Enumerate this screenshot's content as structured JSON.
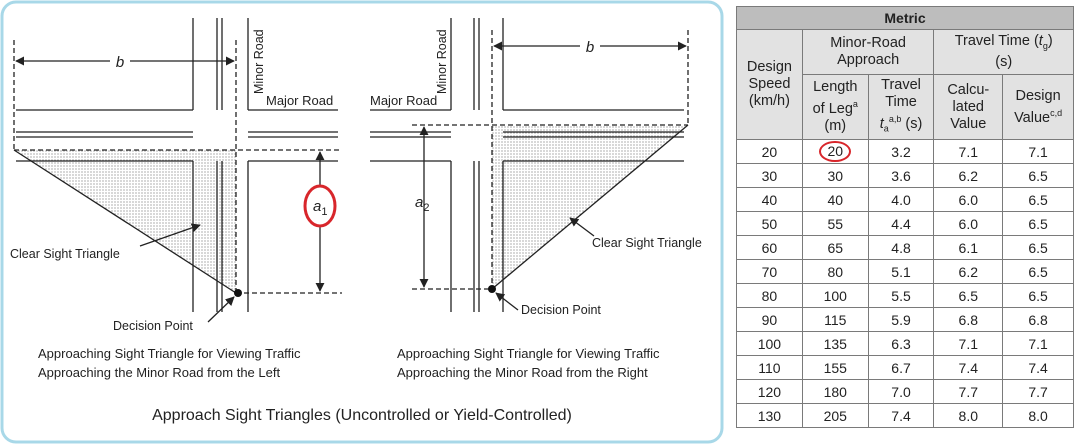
{
  "diagram": {
    "left": {
      "minor_road": "Minor Road",
      "major_road": "Major Road",
      "b_label": "b",
      "a_label": "a",
      "a_sub": "1",
      "clear_sight": "Clear Sight Triangle",
      "decision_point": "Decision Point",
      "caption_line1": "Approaching Sight Triangle for Viewing Traffic",
      "caption_line2": "Approaching the Minor Road from the Left"
    },
    "right": {
      "minor_road": "Minor Road",
      "major_road": "Major Road",
      "b_label": "b",
      "a_label": "a",
      "a_sub": "2",
      "clear_sight": "Clear Sight Triangle",
      "decision_point": "Decision Point",
      "caption_line1": "Approaching Sight Triangle for Viewing Traffic",
      "caption_line2": "Approaching the Minor Road from the Right"
    },
    "main_title": "Approach Sight Triangles (Uncontrolled or Yield-Controlled)",
    "colors": {
      "frame": "#a8d8e8",
      "highlight": "#d8262b"
    }
  },
  "table": {
    "title": "Metric",
    "h_design_speed": "Design Speed (km/h)",
    "h_minor_road": "Minor-Road Approach",
    "h_travel_time": "Travel Time (",
    "h_travel_time_var": "t",
    "h_travel_time_sub": "g",
    "h_travel_time_unit": ") (s)",
    "h_length": "Length of Leg",
    "h_length_sup": "a",
    "h_length_unit": "(m)",
    "h_tt": "Travel Time",
    "h_tt_var": "t",
    "h_tt_sub": "a",
    "h_tt_sup": "a,b",
    "h_tt_unit": "(s)",
    "h_calc": "Calcu-lated Value",
    "h_design": "Design Value",
    "h_design_sup": "c,d",
    "rows": [
      [
        "20",
        "20",
        "3.2",
        "7.1",
        "7.1"
      ],
      [
        "30",
        "30",
        "3.6",
        "6.2",
        "6.5"
      ],
      [
        "40",
        "40",
        "4.0",
        "6.0",
        "6.5"
      ],
      [
        "50",
        "55",
        "4.4",
        "6.0",
        "6.5"
      ],
      [
        "60",
        "65",
        "4.8",
        "6.1",
        "6.5"
      ],
      [
        "70",
        "80",
        "5.1",
        "6.2",
        "6.5"
      ],
      [
        "80",
        "100",
        "5.5",
        "6.5",
        "6.5"
      ],
      [
        "90",
        "115",
        "5.9",
        "6.8",
        "6.8"
      ],
      [
        "100",
        "135",
        "6.3",
        "7.1",
        "7.1"
      ],
      [
        "110",
        "155",
        "6.7",
        "7.4",
        "7.4"
      ],
      [
        "120",
        "180",
        "7.0",
        "7.7",
        "7.7"
      ],
      [
        "130",
        "205",
        "7.4",
        "8.0",
        "8.0"
      ]
    ]
  }
}
